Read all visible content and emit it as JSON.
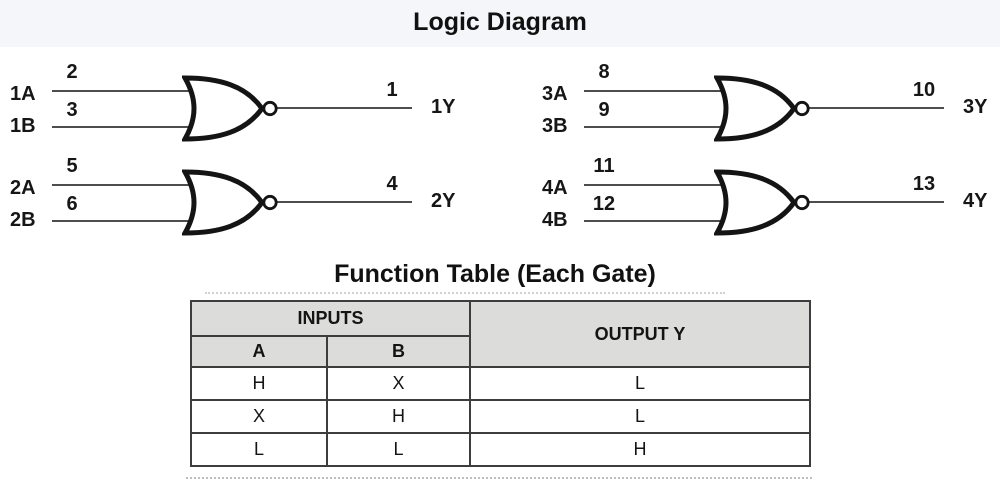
{
  "page": {
    "title": "Logic Diagram",
    "table_title": "Function Table (Each Gate)"
  },
  "gates": [
    {
      "input_a_label": "1A",
      "input_a_pin": "2",
      "input_b_label": "1B",
      "input_b_pin": "3",
      "output_pin": "1",
      "output_label": "1Y"
    },
    {
      "input_a_label": "2A",
      "input_a_pin": "5",
      "input_b_label": "2B",
      "input_b_pin": "6",
      "output_pin": "4",
      "output_label": "2Y"
    },
    {
      "input_a_label": "3A",
      "input_a_pin": "8",
      "input_b_label": "3B",
      "input_b_pin": "9",
      "output_pin": "10",
      "output_label": "3Y"
    },
    {
      "input_a_label": "4A",
      "input_a_pin": "11",
      "input_b_label": "4B",
      "input_b_pin": "12",
      "output_pin": "13",
      "output_label": "4Y"
    }
  ],
  "function_table": {
    "inputs_header": "INPUTS",
    "output_header": "OUTPUT Y",
    "col_a_header": "A",
    "col_b_header": "B",
    "rows": [
      {
        "a": "H",
        "b": "X",
        "y": "L"
      },
      {
        "a": "X",
        "b": "H",
        "y": "L"
      },
      {
        "a": "L",
        "b": "L",
        "y": "H"
      }
    ]
  },
  "colors": {
    "top_band": "#f5f6f9",
    "table_header_bg": "#dcdcda",
    "table_border": "#3d3d3d",
    "wire": "#4d4d4d",
    "gate_stroke": "#141414",
    "text": "#161616"
  }
}
